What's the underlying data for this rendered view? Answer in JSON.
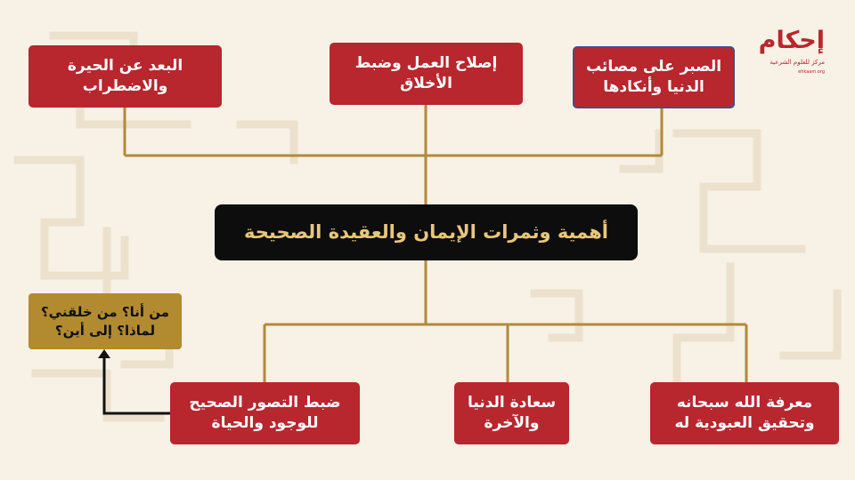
{
  "logo": {
    "title": "إحكام",
    "subtitle": "مركز للعلوم الشرعية",
    "url": "ehkaam.org"
  },
  "center_title": "أهمية وثمرات الإيمان والعقيدة الصحيحة",
  "top_boxes": [
    "الصبر على مصائب الدنيا وأنكادها",
    "إصلاح العمل وضبط الأخلاق",
    "البعد عن الحيرة والاضطراب"
  ],
  "bottom_boxes": [
    "معرفة الله سبحانه وتحقيق العبودية له",
    "سعادة الدنيا والآخرة",
    "ضبط التصور الصحيح للوجود والحياة"
  ],
  "side_box": "من أنا؟ من خلقني؟ لماذا؟ إلى أين؟",
  "colors": {
    "background": "#f8f1e6",
    "box_red": "#b8262e",
    "center_black": "#0d0d0d",
    "center_text": "#e8c77a",
    "connector_gold": "#b08a3c",
    "side_gold": "#b28b30"
  }
}
